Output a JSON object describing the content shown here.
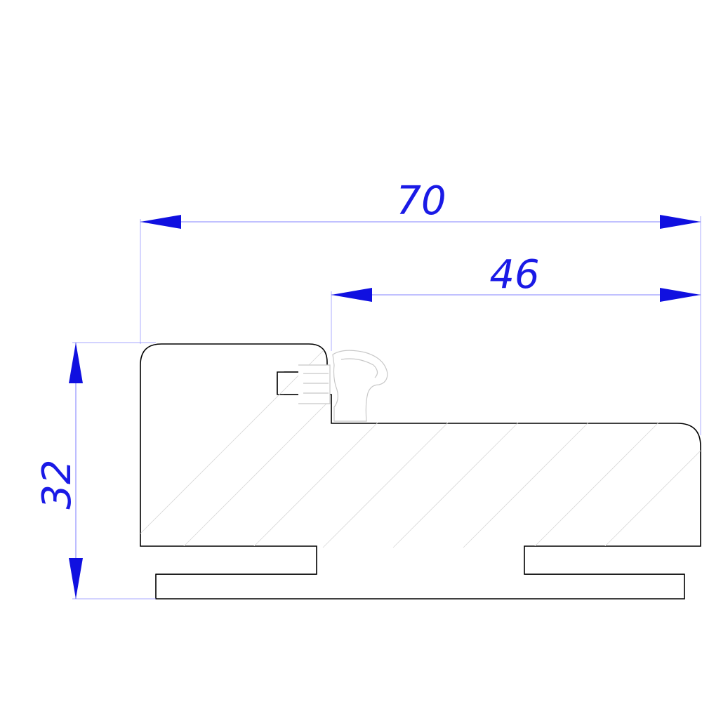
{
  "dimensions": {
    "width_total": "70",
    "width_step": "46",
    "height_total": "32"
  },
  "colors": {
    "dimension_text": "#1a1ae6",
    "dimension_line": "#5a5aff",
    "arrow": "#1010e0",
    "outline": "#000000",
    "hatch": "#d8d8d8"
  }
}
